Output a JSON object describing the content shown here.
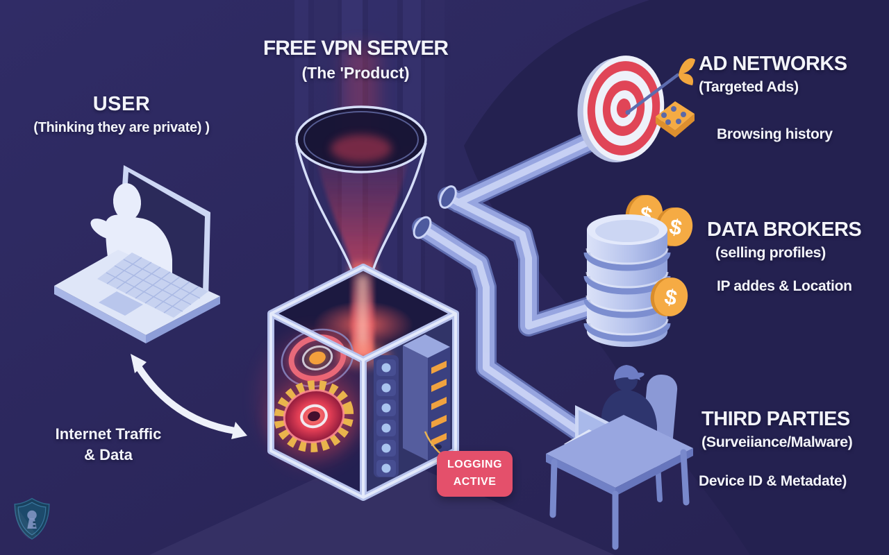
{
  "colors": {
    "background": "#2a2759",
    "background_shade_dark": "#242150",
    "background_shade_light": "#3a3568",
    "heading_text": "#f3f4fa",
    "badge_background": "#e4506b",
    "badge_text": "#ffffff",
    "target_red": "#e04557",
    "coin_gold": "#f5ab44",
    "pipe_blue": "#97a5e0",
    "frame_blue": "#b7c2ec",
    "glow_red": "#ff5a5e",
    "connector_yellow": "#e9b352"
  },
  "header": {
    "title": "FREE VPN SERVER",
    "subtitle": "(The 'Product)"
  },
  "user": {
    "title": "USER",
    "subtitle": "(Thinking they are private) )"
  },
  "traffic_label": {
    "line1": "Internet Traffic",
    "line2": "& Data"
  },
  "destinations": [
    {
      "id": "ad-networks",
      "title": "AD NETWORKS",
      "subtitle": "(Targeted Ads)",
      "data_shared": "Browsing history",
      "icon": "dartboard-target-icon"
    },
    {
      "id": "data-brokers",
      "title": "DATA BROKERS",
      "subtitle": "(selling profiles)",
      "data_shared": "IP addes & Location",
      "icon": "database-coins-icon"
    },
    {
      "id": "third-parties",
      "title": "THIRD PARTIES",
      "subtitle": "(Surveiiance/Malware)",
      "data_shared": "Device ID & Metadate)",
      "icon": "person-at-desk-icon"
    }
  ],
  "server": {
    "badge_line1": "LOGGING",
    "badge_line2": "ACTIVE"
  },
  "icons": {
    "coin_symbol": "$",
    "list": [
      "laptop-user-icon",
      "funnel-icon",
      "vpn-server-box-icon",
      "data-pipes",
      "dartboard-target-icon",
      "database-coins-icon",
      "person-at-desk-icon",
      "bidirectional-arrow-icon",
      "shield-keyhole-icon",
      "logging-callout-line"
    ]
  }
}
